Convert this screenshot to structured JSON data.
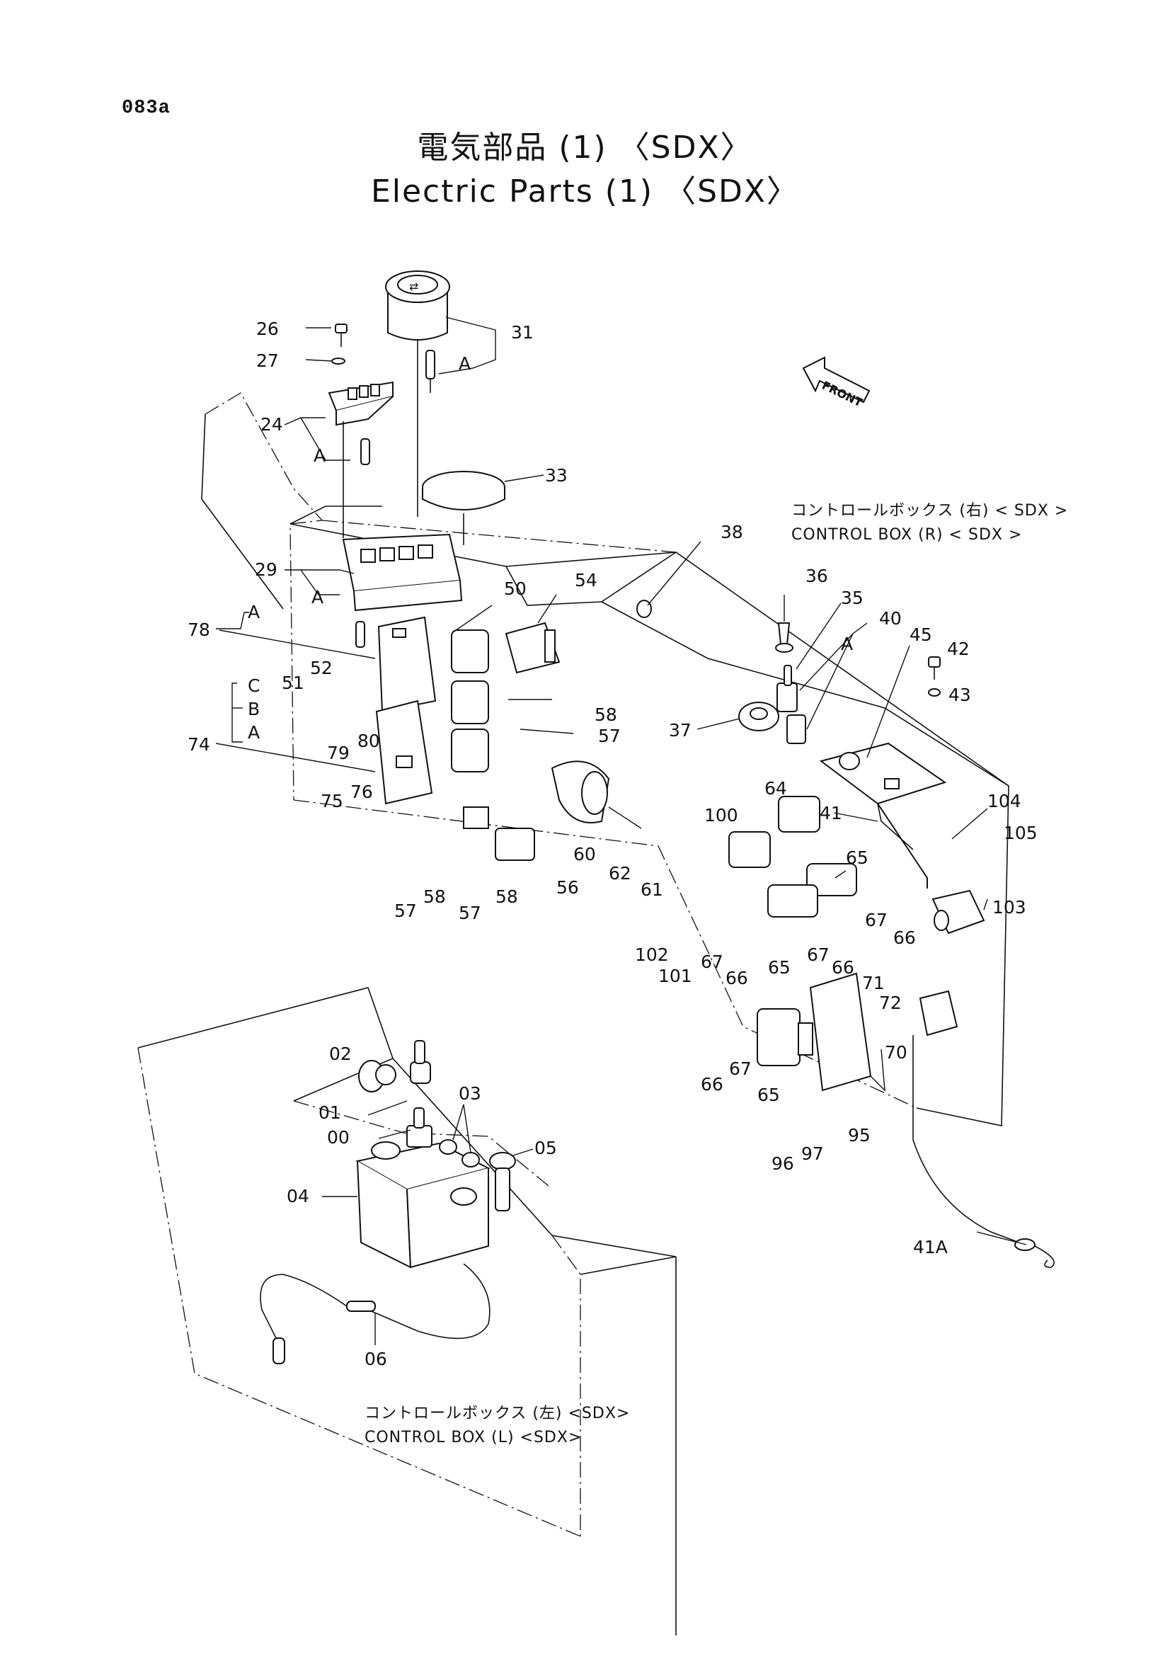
{
  "page": {
    "number": "083a"
  },
  "title": {
    "jp": "電気部品 (1) 〈SDX〉",
    "en": "Electric Parts (1) 〈SDX〉"
  },
  "front_marker": "FRONT",
  "control_box_right": {
    "jp": "コントロールボックス (右) < SDX >",
    "en": "CONTROL BOX (R) < SDX >"
  },
  "control_box_left": {
    "jp": "コントロールボックス (左) <SDX>",
    "en": "CONTROL BOX (L) <SDX>"
  },
  "callouts": {
    "p26": "26",
    "p27": "27",
    "p31": "31",
    "p24": "24",
    "p33": "33",
    "p29": "29",
    "p78": "78",
    "p50": "50",
    "p54": "54",
    "p51": "51",
    "p52": "52",
    "p74": "74",
    "p79": "79",
    "p80": "80",
    "p58a": "58",
    "p57a": "57",
    "p75": "75",
    "p76": "76",
    "p57b": "57",
    "p58b": "58",
    "p57c": "57",
    "p58c": "58",
    "p56": "56",
    "p60": "60",
    "p62": "62",
    "p61": "61",
    "p38": "38",
    "p36": "36",
    "p35": "35",
    "p40": "40",
    "p45": "45",
    "p42": "42",
    "p43": "43",
    "p37": "37",
    "p64": "64",
    "p100": "100",
    "p41": "41",
    "p104": "104",
    "p105": "105",
    "p65a": "65",
    "p103": "103",
    "p67a": "67",
    "p66a": "66",
    "p102": "102",
    "p101": "101",
    "p67b": "67",
    "p66b": "66",
    "p65b": "65",
    "p67c": "67",
    "p66c": "66",
    "p71": "71",
    "p72": "72",
    "p70": "70",
    "p66d": "66",
    "p67d": "67",
    "p65c": "65",
    "p95": "95",
    "p96": "96",
    "p97": "97",
    "p41a": "41A",
    "p02": "02",
    "p01": "01",
    "p00": "00",
    "p03": "03",
    "p05": "05",
    "p04": "04",
    "p06": "06"
  },
  "ref_letters": {
    "a1": "A",
    "a2": "A",
    "a3": "A",
    "a4": "A",
    "a5": "A",
    "a6": "A",
    "b1": "B",
    "c1": "C"
  }
}
